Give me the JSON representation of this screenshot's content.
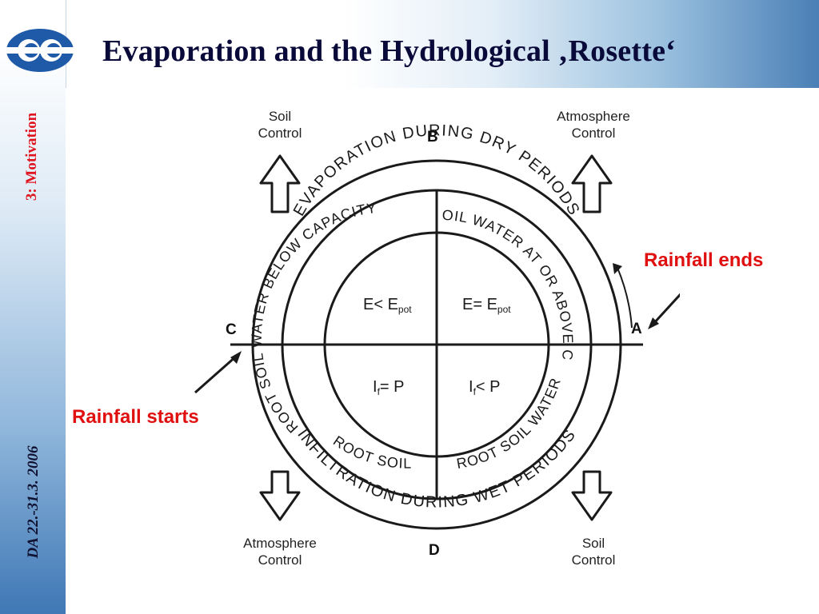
{
  "slide": {
    "title": "Evaporation and the Hydrological ‚Rosette‘",
    "section_label": "3: Motivation",
    "date_label": "DA 22.-31.3. 2006"
  },
  "rosette": {
    "outer_ring_top": "EVAPORATION DURING DRY PERIODS",
    "outer_ring_bottom": "INFILTRATION DURING WET PERIODS",
    "inner_ring_left": "ROOT SOIL WATER BELOW CAPACITY",
    "inner_ring_right": "ROOT SOIL WATER AT OR ABOVE CAPACITY",
    "inner_ring_bottom_left": "ROOT SOIL",
    "inner_ring_bottom_right": "ROOT SOIL WATER",
    "quadrants": {
      "top_left": {
        "main": "E< E",
        "sub": "pot"
      },
      "top_right": {
        "main": "E= E",
        "sub": "pot"
      },
      "bottom_left": {
        "pre": "I",
        "sub": "f",
        "post": "= P"
      },
      "bottom_right": {
        "pre": "I",
        "sub": "f",
        "post": "< P"
      }
    },
    "points": {
      "a": "A",
      "b": "B",
      "c": "C",
      "d": "D"
    },
    "corners": {
      "top_left": [
        "Soil",
        "Control"
      ],
      "top_right": [
        "Atmosphere",
        "Control"
      ],
      "bottom_left": [
        "Atmosphere",
        "Control"
      ],
      "bottom_right": [
        "Soil",
        "Control"
      ]
    },
    "callouts": {
      "rainfall_ends": "Rainfall ends",
      "rainfall_starts": "Rainfall starts"
    }
  },
  "colors": {
    "title": "#0a0a3a",
    "accent_red": "#e01010",
    "logo_blue": "#1f5aa8",
    "line": "#1a1a1a"
  }
}
